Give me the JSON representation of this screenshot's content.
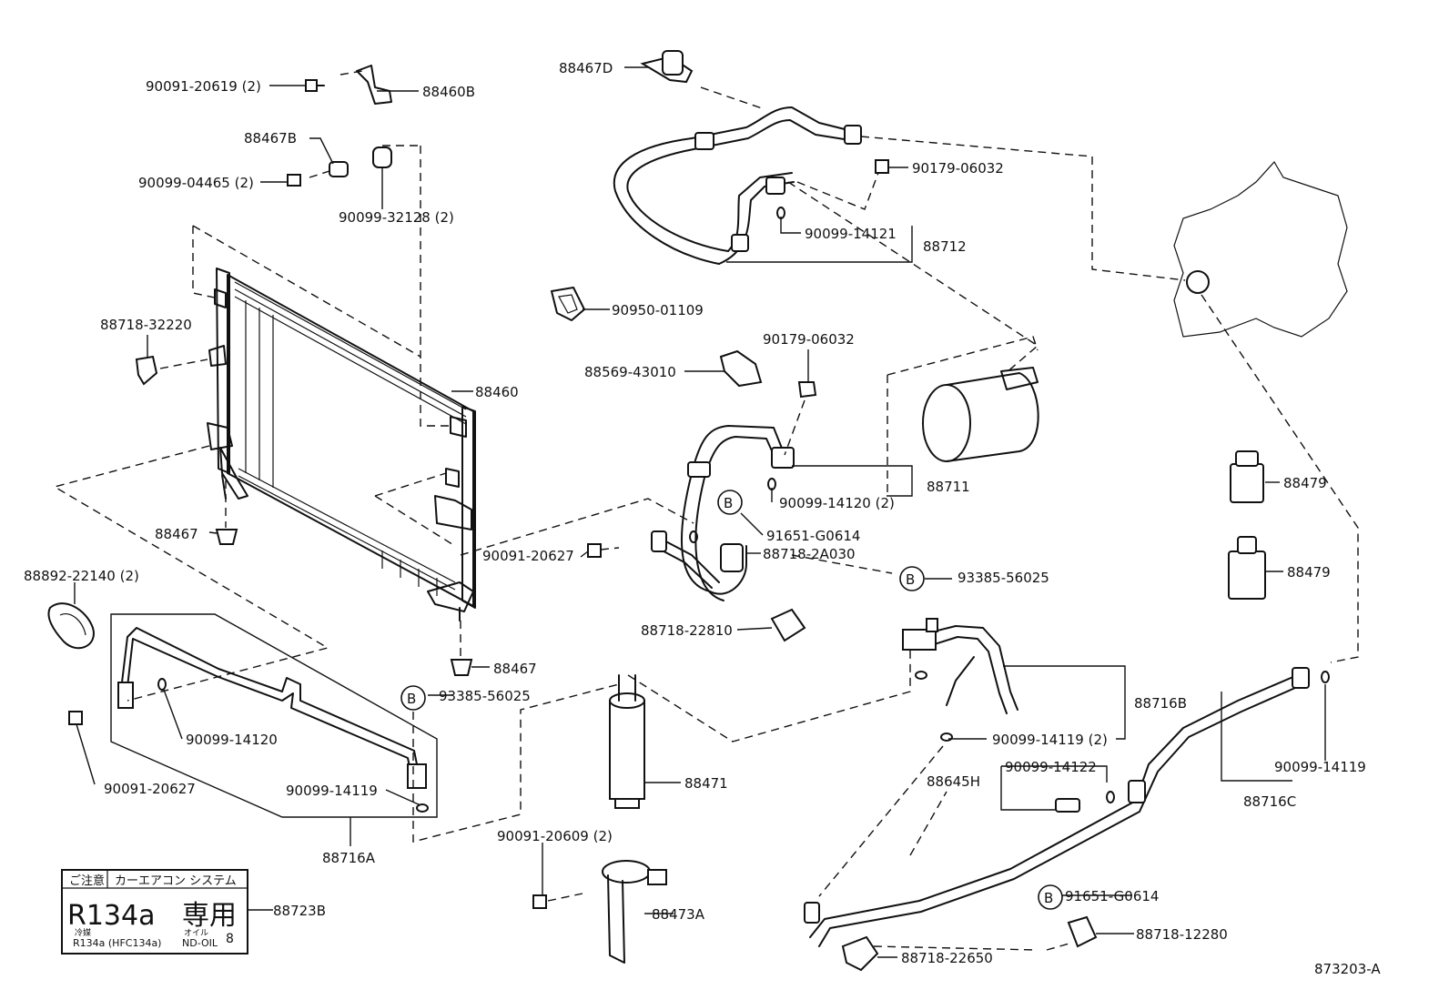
{
  "diagram_id": "873203-A",
  "marker_b": "B",
  "labels": {
    "p_90091_20619": "90091-20619 (2)",
    "p_88460B": "88460B",
    "p_88467B": "88467B",
    "p_90099_04465": "90099-04465 (2)",
    "p_90099_32128": "90099-32128 (2)",
    "p_88718_32220": "88718-32220",
    "p_88460": "88460",
    "p_88467_top": "88467",
    "p_88892_22140": "88892-22140 (2)",
    "p_88467_bottom": "88467",
    "p_93385_56025_left": "93385-56025",
    "p_90099_14120_left": "90099-14120",
    "p_90091_20627_left": "90091-20627",
    "p_90099_14119_left": "90099-14119",
    "p_88716A": "88716A",
    "p_88723B": "88723B",
    "p_88467D": "88467D",
    "p_90179_06032_top": "90179-06032",
    "p_90099_14121": "90099-14121",
    "p_88712": "88712",
    "p_90950_01109": "90950-01109",
    "p_90179_06032_mid": "90179-06032",
    "p_88569_43010": "88569-43010",
    "p_88711": "88711",
    "p_90099_14120_mid": "90099-14120 (2)",
    "p_91651_G0614_mid": "91651-G0614",
    "p_90091_20627_mid": "90091-20627",
    "p_88718_2A030": "88718-2A030",
    "p_88718_22810": "88718-22810",
    "p_88471": "88471",
    "p_90091_20609": "90091-20609 (2)",
    "p_88473A": "88473A",
    "p_93385_56025_right": "93385-56025",
    "p_88716B": "88716B",
    "p_90099_14119_mid": "90099-14119 (2)",
    "p_90099_14122": "90099-14122",
    "p_88645H": "88645H",
    "p_88716C": "88716C",
    "p_90099_14119_right": "90099-14119",
    "p_88479_a": "88479",
    "p_88479_b": "88479",
    "p_91651_G0614_bottom": "91651-G0614",
    "p_88718_12280": "88718-12280",
    "p_88718_22650": "88718-22650"
  },
  "caution_label": {
    "header_left": "ご注意",
    "header_right": "カーエアコン システム",
    "refrigerant": "R134a",
    "exclusive": "専用",
    "refrigerant_tag": "冷媒",
    "refrigerant_spec": "R134a (HFC134a)",
    "oil_tag": "オイル",
    "oil_spec": "ND-OIL",
    "oil_grade": "8"
  }
}
